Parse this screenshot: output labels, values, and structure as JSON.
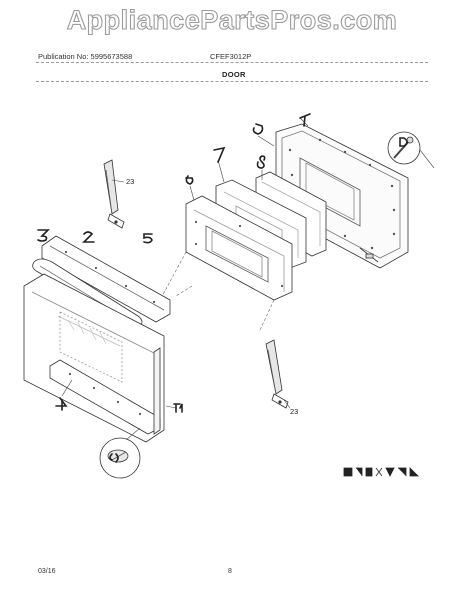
{
  "watermark": "AppliancePartsPros.com",
  "header": {
    "publication": "Publication No: 5995673588",
    "model": "CFEF3012P",
    "section_title": "DOOR"
  },
  "callouts": {
    "door_hinge_left": "23",
    "door_hinge_right": "23"
  },
  "footer": {
    "date": "03/16",
    "page": "8"
  }
}
